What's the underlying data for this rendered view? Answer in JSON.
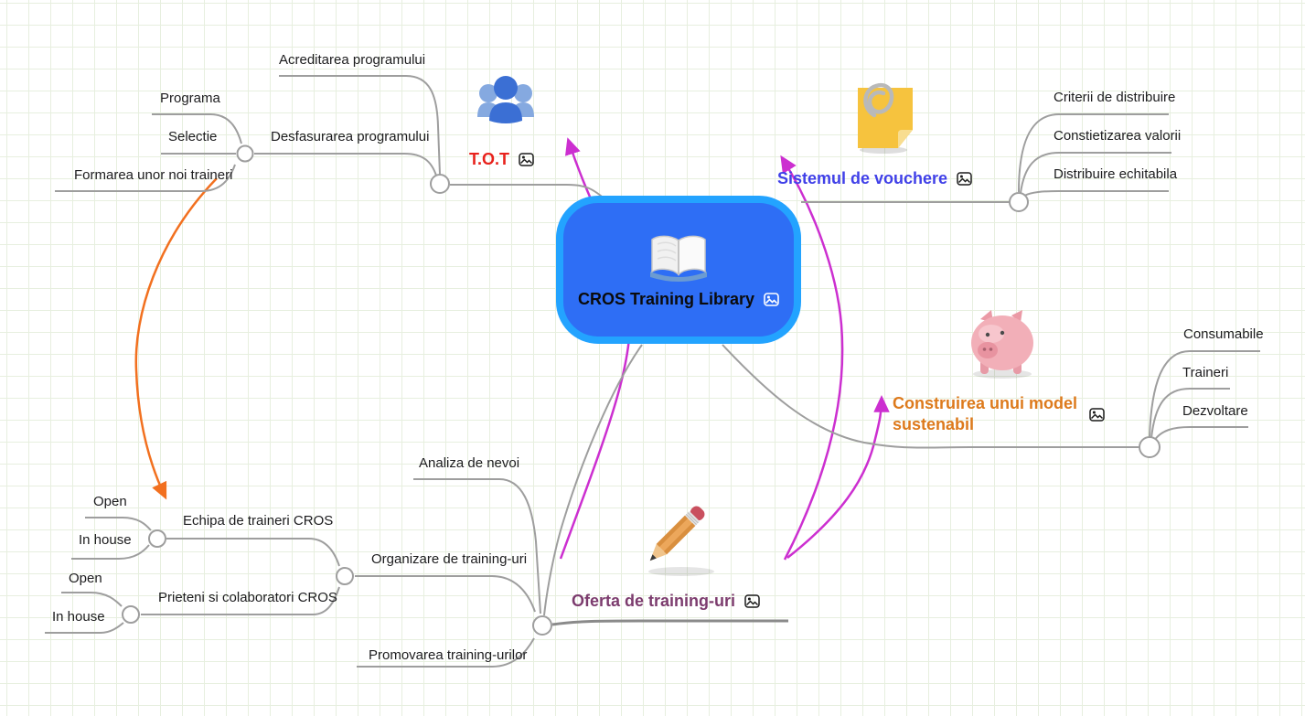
{
  "root": {
    "title": "CROS Training Library",
    "icon": "open-book-icon"
  },
  "topics": {
    "tot": {
      "label": "T.O.T",
      "color": "#e8221c",
      "icon": "people-group-icon"
    },
    "vouchere": {
      "label": "Sistemul de vouchere",
      "color": "#4040e8",
      "icon": "sticky-note-paperclip-icon"
    },
    "model": {
      "label": "Construirea unui model sustenabil",
      "color": "#dd7a1c",
      "icon": "piggy-bank-icon"
    },
    "oferta": {
      "label": "Oferta de training-uri",
      "color": "#7c3c6e",
      "icon": "pencil-icon"
    }
  },
  "subtopics": {
    "acreditarea": "Acreditarea programului",
    "desfasurarea": "Desfasurarea programului",
    "programa": "Programa",
    "selectie": "Selectie",
    "formarea": "Formarea unor noi traineri",
    "criterii": "Criterii de distribuire",
    "constietizarea": "Constietizarea valorii",
    "distribuire": "Distribuire echitabila",
    "consumabile": "Consumabile",
    "traineri": "Traineri",
    "dezvoltare": "Dezvoltare",
    "analiza": "Analiza de nevoi",
    "organizare": "Organizare de training-uri",
    "promovarea": "Promovarea training-urilor",
    "echipa": "Echipa de traineri CROS",
    "prieteni": "Prieteni si colaboratori CROS",
    "open_echipa": "Open",
    "inhouse_echipa": "In house",
    "open_prieteni": "Open",
    "inhouse_prieteni": "In house"
  },
  "connections": {
    "magenta_arrow_color": "#cc2fd0",
    "orange_arrow_color": "#f2701f",
    "branch_line_color": "#9e9e9e",
    "root_fill": "#2e6ef5",
    "root_border": "#23a3ff"
  }
}
